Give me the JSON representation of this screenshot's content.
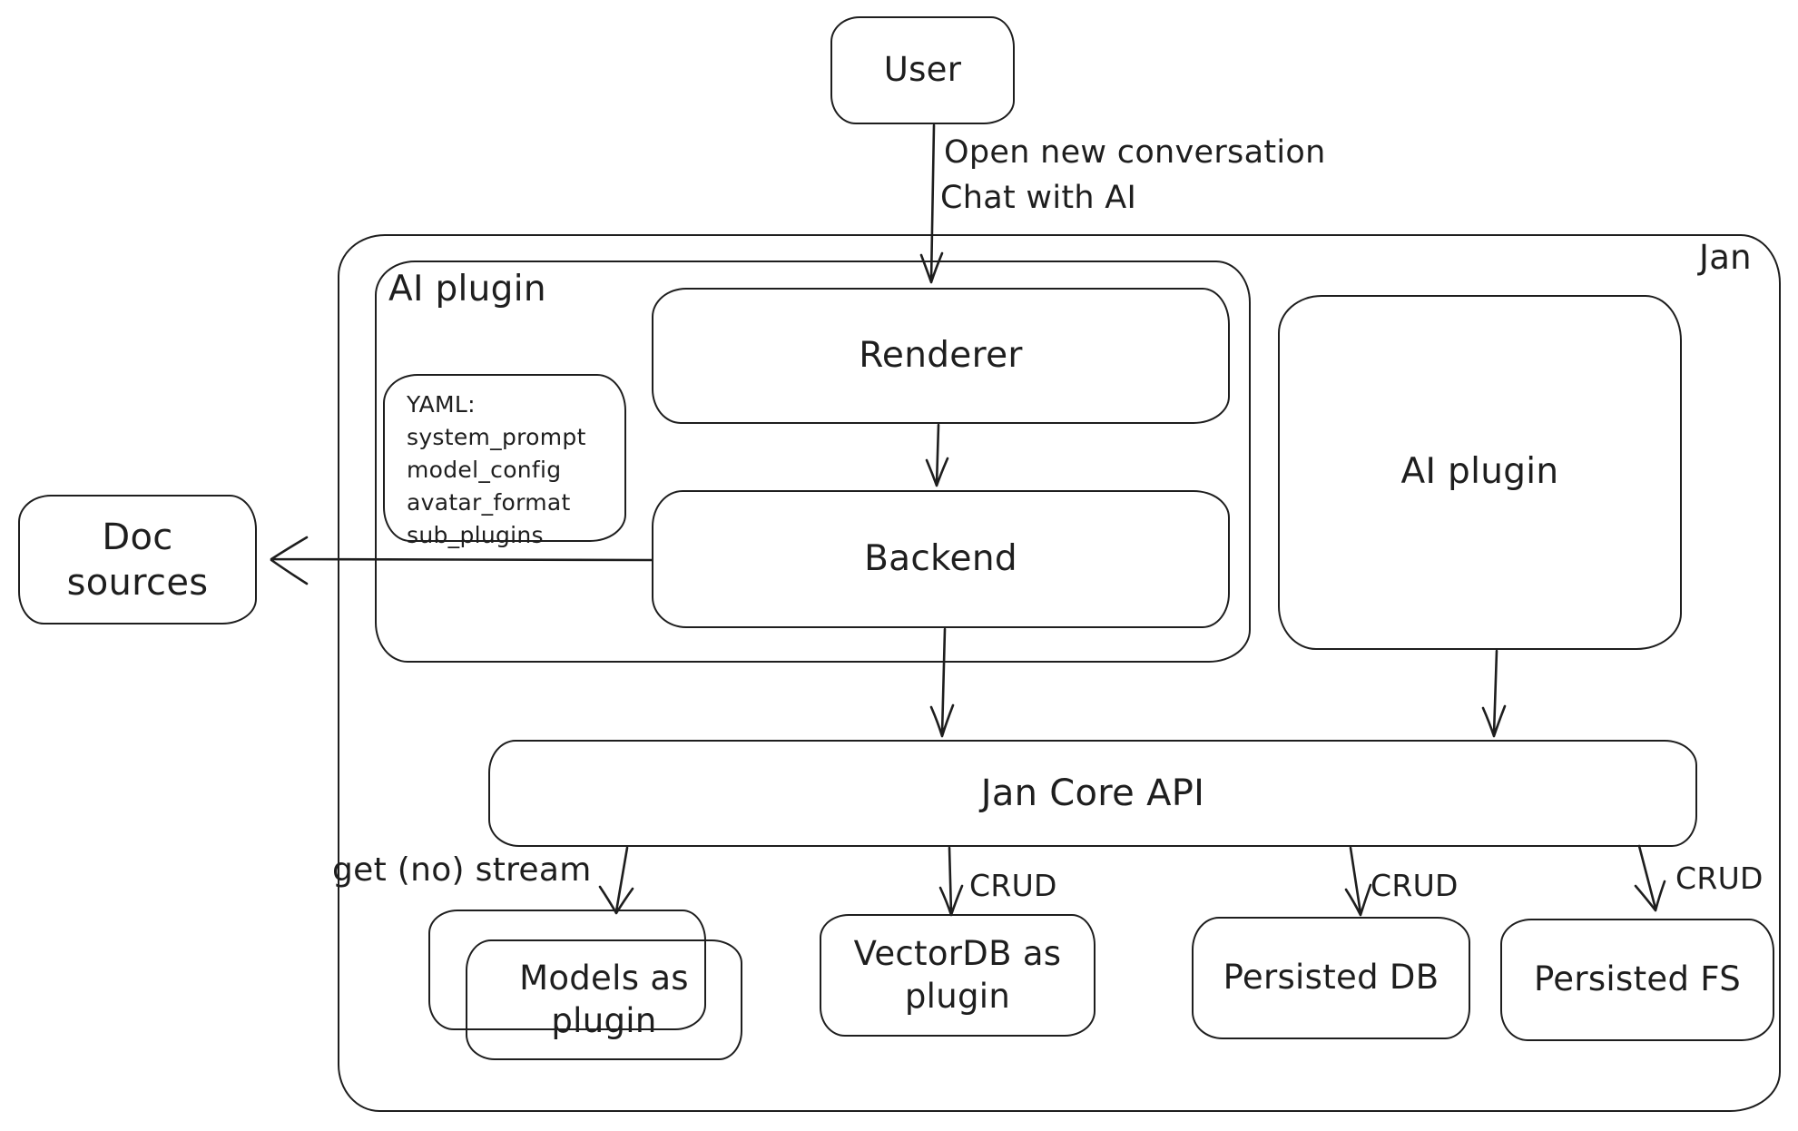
{
  "canvas": {
    "background": "#ffffff",
    "stroke_color": "#1e1e1e"
  },
  "nodes": {
    "user": {
      "label": "User"
    },
    "jan_container": {
      "label": "Jan"
    },
    "ai_plugin_group": {
      "label": "AI plugin"
    },
    "renderer": {
      "label": "Renderer"
    },
    "backend": {
      "label": "Backend"
    },
    "yaml_note": {
      "lines": [
        "YAML:",
        "system_prompt",
        "model_config",
        "avatar_format",
        "sub_plugins"
      ]
    },
    "doc_sources": {
      "label": "Doc sources"
    },
    "ai_plugin_right": {
      "label": "AI plugin"
    },
    "jan_core_api": {
      "label": "Jan Core API"
    },
    "models_plugin": {
      "label": "Models as plugin"
    },
    "vectordb_plugin": {
      "label": "VectorDB as plugin"
    },
    "persisted_db": {
      "label": "Persisted DB"
    },
    "persisted_fs": {
      "label": "Persisted FS"
    }
  },
  "edges": {
    "user_to_renderer": {
      "line1": "Open new conversation",
      "line2": "Chat with AI"
    },
    "jan_core_to_models": {
      "label": "get (no) stream"
    },
    "jan_core_to_vectordb": {
      "label": "CRUD"
    },
    "jan_core_to_persisted_db": {
      "label": "CRUD"
    },
    "jan_core_to_persisted_fs": {
      "label": "CRUD"
    }
  }
}
